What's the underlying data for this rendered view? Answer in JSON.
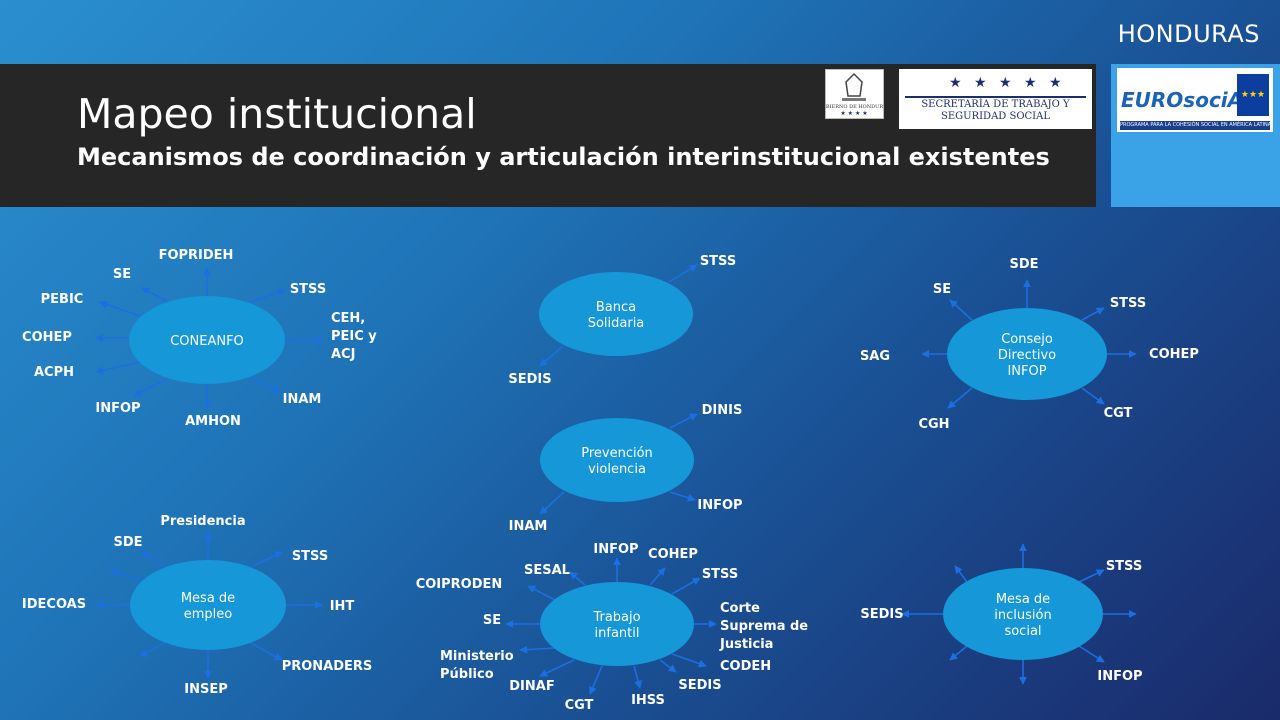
{
  "header": {
    "country": "HONDURAS",
    "title": "Mapeo institucional",
    "subtitle": "Mecanismos de coordinación y articulación interinstitucional existentes"
  },
  "logos": {
    "seal": "Gobierno de Honduras",
    "stss_stars": "★ ★ ★ ★ ★",
    "stss_line1": "SECRETARÍA DE TRABAJO Y",
    "stss_line2": "SEGURIDAD SOCIAL",
    "eurosocial_brand": "EUROsociAL",
    "eurosocial_tagline": "PROGRAMA PARA LA COHESIÓN SOCIAL EN AMÉRICA LATINA"
  },
  "colors": {
    "ellipse": "#1597d8",
    "arrow": "#1c6fe0"
  },
  "mechanisms": [
    {
      "id": "coneanfo",
      "lines": [
        "CONEANFO"
      ],
      "spokes": [
        {
          "lines": [
            "FOPRIDEH"
          ]
        },
        {
          "lines": [
            "SE"
          ]
        },
        {
          "lines": [
            "PEBIC"
          ]
        },
        {
          "lines": [
            "COHEP"
          ]
        },
        {
          "lines": [
            "ACPH"
          ]
        },
        {
          "lines": [
            "INFOP"
          ]
        },
        {
          "lines": [
            "AMHON"
          ]
        },
        {
          "lines": [
            "INAM"
          ]
        },
        {
          "lines": [
            "CEH,",
            "PEIC y",
            "ACJ"
          ]
        },
        {
          "lines": [
            "STSS"
          ]
        }
      ]
    },
    {
      "id": "banca-solidaria",
      "lines": [
        "Banca",
        "Solidaria"
      ],
      "spokes": [
        {
          "lines": [
            "STSS"
          ]
        },
        {
          "lines": [
            "SEDIS"
          ]
        }
      ]
    },
    {
      "id": "consejo-directivo-infop",
      "lines": [
        "Consejo",
        "Directivo",
        "INFOP"
      ],
      "spokes": [
        {
          "lines": [
            "SDE"
          ]
        },
        {
          "lines": [
            "SE"
          ]
        },
        {
          "lines": [
            "STSS"
          ]
        },
        {
          "lines": [
            "SAG"
          ]
        },
        {
          "lines": [
            "COHEP"
          ]
        },
        {
          "lines": [
            "CGH"
          ]
        },
        {
          "lines": [
            "CGT"
          ]
        }
      ]
    },
    {
      "id": "prevencion-violencia",
      "lines": [
        "Prevención",
        "violencia"
      ],
      "spokes": [
        {
          "lines": [
            "DINIS"
          ]
        },
        {
          "lines": [
            "INFOP"
          ]
        },
        {
          "lines": [
            "INAM"
          ]
        }
      ]
    },
    {
      "id": "mesa-de-empleo",
      "lines": [
        "Mesa de",
        "empleo"
      ],
      "spokes": [
        {
          "lines": [
            "Presidencia"
          ]
        },
        {
          "lines": [
            "SDE"
          ]
        },
        {
          "lines": [
            "STSS"
          ]
        },
        {
          "lines": [
            "IDECOAS"
          ]
        },
        {
          "lines": [
            "IHT"
          ]
        },
        {
          "lines": [
            "INSEP"
          ]
        },
        {
          "lines": [
            "PRONADERS"
          ]
        }
      ]
    },
    {
      "id": "trabajo-infantil",
      "lines": [
        "Trabajo",
        "infantil"
      ],
      "spokes": [
        {
          "lines": [
            "INFOP"
          ]
        },
        {
          "lines": [
            "COHEP"
          ]
        },
        {
          "lines": [
            "SESAL"
          ]
        },
        {
          "lines": [
            "STSS"
          ]
        },
        {
          "lines": [
            "COIPRODEN"
          ]
        },
        {
          "lines": [
            "SE"
          ]
        },
        {
          "lines": [
            "Corte",
            "Suprema de",
            "Justicia"
          ]
        },
        {
          "lines": [
            "CODEH"
          ]
        },
        {
          "lines": [
            "Ministerio",
            "Público"
          ]
        },
        {
          "lines": [
            "DINAF"
          ]
        },
        {
          "lines": [
            "CGT"
          ]
        },
        {
          "lines": [
            "IHSS"
          ]
        },
        {
          "lines": [
            "SEDIS"
          ]
        }
      ]
    },
    {
      "id": "mesa-de-inclusion-social",
      "lines": [
        "Mesa de",
        "inclusión",
        "social"
      ],
      "spokes": [
        {
          "lines": [
            "STSS"
          ]
        },
        {
          "lines": [
            "SEDIS"
          ]
        },
        {
          "lines": [
            "INFOP"
          ]
        }
      ]
    }
  ]
}
